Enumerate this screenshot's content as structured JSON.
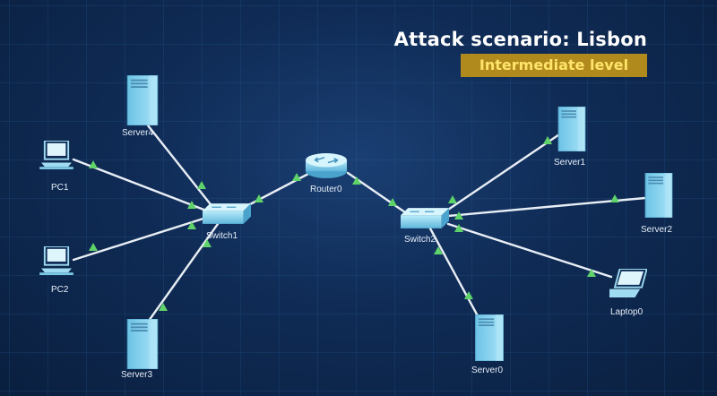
{
  "header": {
    "title": "Attack scenario: Lisbon",
    "level": "Intermediate level"
  },
  "devices": {
    "server4": "Server4",
    "pc1": "PC1",
    "pc2": "PC2",
    "server3": "Server3",
    "switch1": "Switch1",
    "router0": "Router0",
    "switch2": "Switch2",
    "server1": "Server1",
    "server2": "Server2",
    "laptop0": "Laptop0",
    "server0": "Server0"
  },
  "colors": {
    "background": "#0b2447",
    "link": "#e8eef5",
    "link_status": "#5fd36a",
    "device": "#8fd4ef",
    "level_badge": "#b08a1c",
    "level_text": "#ffe46a"
  }
}
